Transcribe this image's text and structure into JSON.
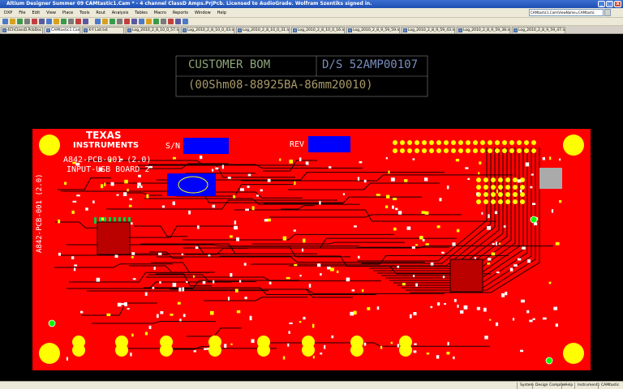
{
  "window": {
    "title": "Altium Designer Summer 09   CAMtastic1.Cam * - 4 channel ClassD Amps.PrjPcb. Licensed to AudioGrade. Wolfram Szentiks signed in.",
    "min": "_",
    "max": "□",
    "close": "x"
  },
  "menu": {
    "items": [
      "DXP",
      "File",
      "Edit",
      "View",
      "Place",
      "Tools",
      "Rout",
      "Analysis",
      "Tables",
      "Macro",
      "Reports",
      "Window",
      "Help"
    ],
    "doc_path": "CAMtastic1.Cam\\ViewName=CAMtastic",
    "colors": {
      "bar": "#ece9d8"
    }
  },
  "toolbar": {
    "icons": [
      "new-icon",
      "open-icon",
      "save-icon",
      "print-icon",
      "zoom-in-icon",
      "zoom-out-icon",
      "zoom-fit-icon",
      "undo-icon",
      "redo-icon",
      "cut-icon",
      "copy-icon",
      "paste-icon",
      "select-icon",
      "move-icon",
      "measure-icon",
      "layers-icon",
      "drill-icon",
      "flash-icon",
      "line-icon",
      "arc-icon",
      "text-icon",
      "netlist-icon",
      "drc-icon",
      "panelize-icon",
      "export-icon"
    ]
  },
  "tabs": [
    {
      "label": "4ChClassD.PcbDoc",
      "active": false
    },
    {
      "label": "CAMtastic1.Cam *",
      "active": true
    },
    {
      "label": "X-Y List.txt",
      "active": false
    },
    {
      "label": "Log_2010_2_8_10_0_57.log",
      "active": false
    },
    {
      "label": "Log_2010_2_8_10_0_43.log",
      "active": false
    },
    {
      "label": "Log_2010_2_8_10_0_31.log",
      "active": false
    },
    {
      "label": "Log_2010_2_8_10_0_16.log",
      "active": false
    },
    {
      "label": "Log_2010_2_8_9_59_59.log",
      "active": false
    },
    {
      "label": "Log_2010_2_8_9_59_43.log",
      "active": false
    },
    {
      "label": "Log_2010_2_8_9_59_38.log",
      "active": false
    },
    {
      "label": "Log_2010_2_8_9_59_47.log",
      "active": false
    }
  ],
  "canvas": {
    "overlay_line1_a": "CUSTOMER BOM",
    "overlay_line1_b": "D/S 52AMP00107",
    "overlay_line2": "(00Shm08-88925BA-86mm20010)",
    "board_logo_line1": "TEXAS",
    "board_logo_line2": "INSTRUMENTS",
    "board_part": "A842-PCB-001 (2.0)",
    "board_name": "INPUT-USB BOARD 2",
    "serial_label": "S/N",
    "rev_label": "REV",
    "side_label": "A842-PCB-001 (2.0)",
    "colors": {
      "board": "#ff0000",
      "traces": "#1a0000",
      "pads": "#ffff00",
      "copper_fill": "#0000ff",
      "silk": "#ffffff",
      "background": "#000000"
    }
  },
  "status": {
    "items": [
      "System",
      "Design Compiler",
      "Help",
      "Instruments",
      "CAMtastic"
    ]
  }
}
